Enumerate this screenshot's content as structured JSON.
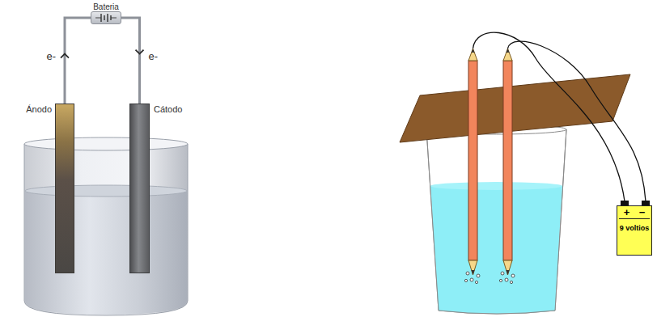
{
  "diagram": {
    "nodes": [
      {
        "text": [
          "Bateria"
        ]
      },
      {
        "text": [
          "Ánodo"
        ]
      },
      {
        "text": [
          "Cátodo"
        ]
      },
      {
        "text": [
          "+",
          "−",
          "9 voltios"
        ]
      }
    ],
    "edges": [
      {
        "from": 1,
        "to": 0,
        "arrow": "to",
        "label": "e-"
      },
      {
        "from": 0,
        "to": 2,
        "arrow": "to",
        "label": "e-"
      }
    ]
  }
}
